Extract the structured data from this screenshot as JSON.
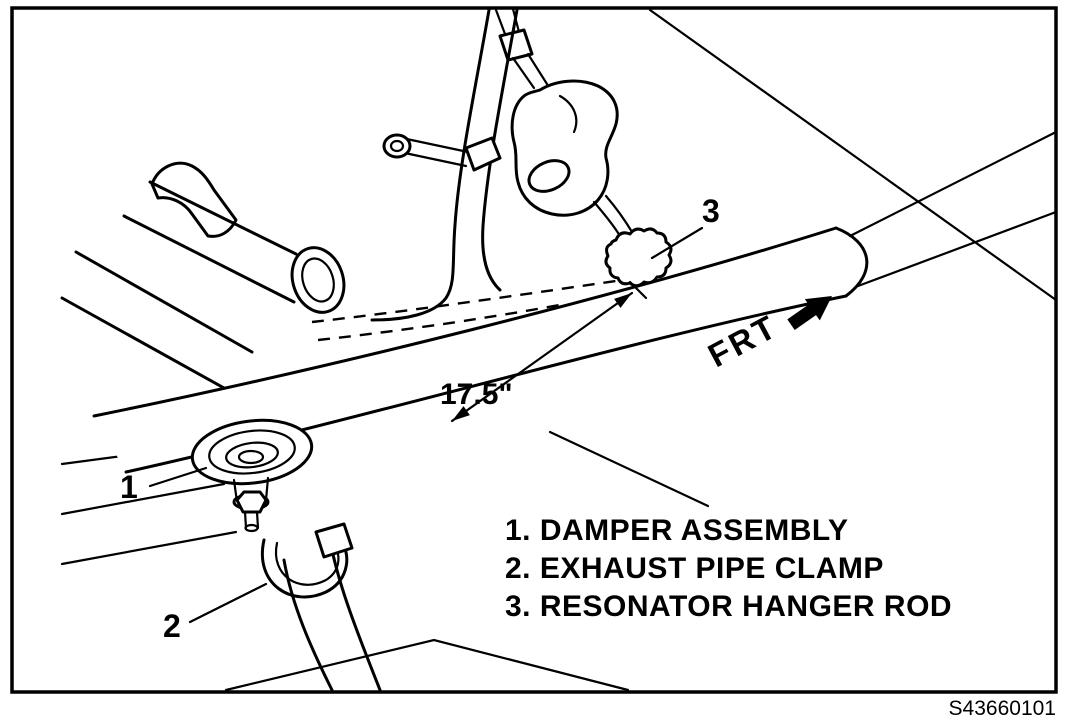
{
  "figure": {
    "code": "S43660101",
    "dimension_label": "17.5\"",
    "direction_label": "FRT",
    "callouts": {
      "damper": "1",
      "clamp": "2",
      "hanger": "3"
    },
    "legend": {
      "items": [
        "1. DAMPER ASSEMBLY",
        "2. EXHAUST PIPE CLAMP",
        "3. RESONATOR HANGER ROD"
      ]
    }
  }
}
